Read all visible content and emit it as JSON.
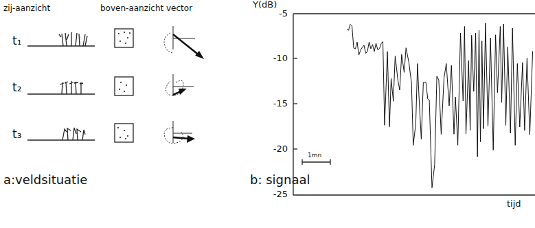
{
  "diagram": {
    "labels": [
      "zij-aanzicht",
      "boven-aanzicht",
      "vector",
      "t₁",
      "t₂",
      "t₃",
      "a:veldsituatie",
      "Y(dB)",
      "-5",
      "-10",
      "-15",
      "-20",
      "-25",
      "1mn",
      "tijd",
      "b: signaal"
    ]
  }
}
